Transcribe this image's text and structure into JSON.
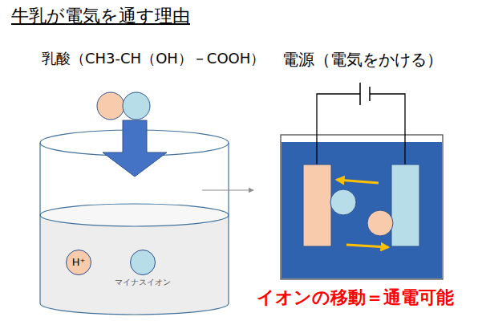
{
  "diagram": {
    "title": "牛乳が電気を通す理由",
    "nodes": [
      {
        "text": [
          "H⁺"
        ]
      },
      {
        "text": [
          "マイナスイオン"
        ]
      }
    ],
    "labels": [
      "乳酸（CH3-CH（OH）－COOH）",
      "電源（電気をかける）",
      "イオンの移動＝通電可能"
    ]
  }
}
